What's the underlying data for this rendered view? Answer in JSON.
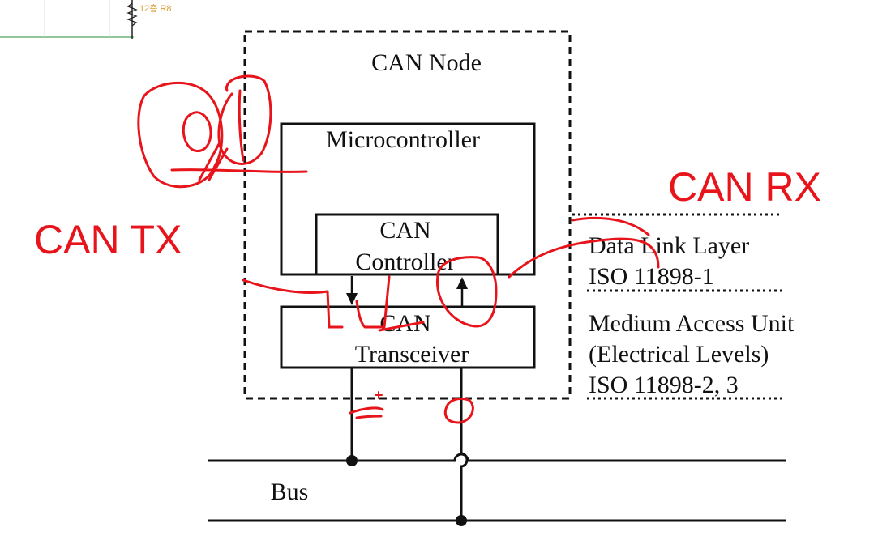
{
  "diagram": {
    "node_label": "CAN Node",
    "microcontroller_label": "Microcontroller",
    "controller_label_line1": "CAN",
    "controller_label_line2": "Controller",
    "transceiver_label_line1": "CAN",
    "transceiver_label_line2": "Transceiver",
    "bus_label": "Bus",
    "layers": {
      "data_link": {
        "line1": "Data Link Layer",
        "line2": "ISO 11898-1"
      },
      "medium_access": {
        "line1": "Medium Access Unit",
        "line2": "(Electrical Levels)",
        "line3": "ISO 11898-2, 3"
      }
    },
    "corner_fragment": "12층 R8"
  },
  "annotations": {
    "tx_label": "CAN TX",
    "rx_label": "CAN RX",
    "ink_color": "#e8141b"
  },
  "colors": {
    "line": "#111111",
    "grid": "#8fc79a",
    "background": "#ffffff"
  }
}
